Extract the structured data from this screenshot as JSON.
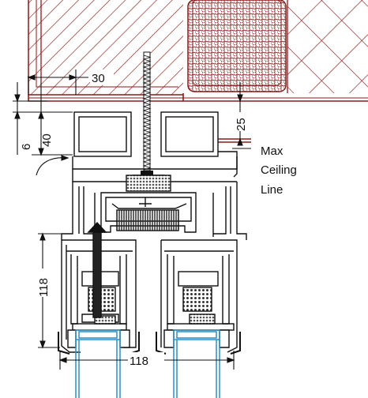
{
  "dimensions": {
    "top_offset": "30",
    "small_gap": "6",
    "frame_depth": "40",
    "ceiling_gap": "25",
    "frame_height": "118",
    "frame_width": "118"
  },
  "annotation": {
    "line1": "Max",
    "line2": "Ceiling",
    "line3": "Line"
  },
  "colors": {
    "hatch": "#8b1a1a",
    "glass": "#2b8fc9",
    "line": "#111111",
    "insulation": "#444444"
  }
}
